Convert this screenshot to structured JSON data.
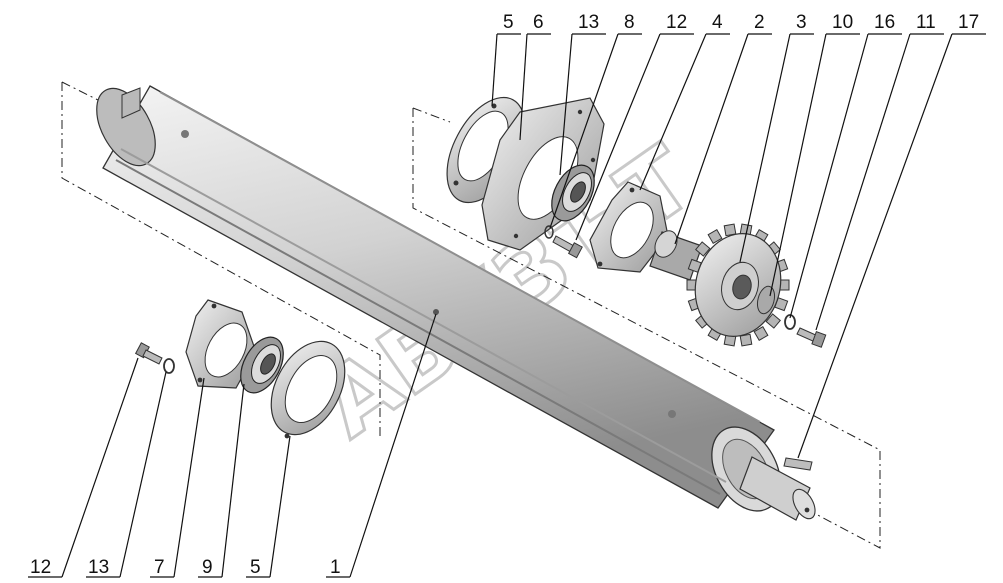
{
  "watermark": "АБУЗЪТ",
  "callouts_top": [
    "5",
    "6",
    "13",
    "8",
    "12",
    "4",
    "2",
    "3",
    "10",
    "16",
    "11",
    "17"
  ],
  "callouts_bottom": [
    "12",
    "13",
    "7",
    "9",
    "5",
    "1"
  ],
  "colors": {
    "metal_light": "#e6e6e6",
    "metal_mid": "#bdbdbd",
    "metal_dark": "#7e7e7e",
    "line": "#111111"
  }
}
